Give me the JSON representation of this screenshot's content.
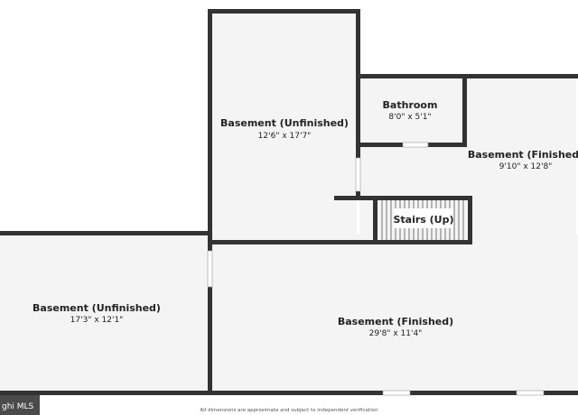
{
  "rooms": [
    {
      "id": "bathroom",
      "name": "Bathroom",
      "dims": "8'0\" x 5'1\""
    },
    {
      "id": "basement-unfinished-top",
      "name": "Basement (Unfinished)",
      "dims": "12'6\" x 17'7\""
    },
    {
      "id": "basement-finished-right",
      "name": "Basement (Finished)",
      "dims": "9'10\" x 12'8\""
    },
    {
      "id": "stairs",
      "name": "Stairs (Up)",
      "dims": ""
    },
    {
      "id": "basement-unfinished-left",
      "name": "Basement (Unfinished)",
      "dims": "17'3\" x 12'1\""
    },
    {
      "id": "basement-finished-bottom",
      "name": "Basement (Finished)",
      "dims": "29'8\" x 11'4\""
    }
  ],
  "footer": {
    "disclaimer": "All dimensions are approximate and subject to independent verification"
  },
  "watermark": {
    "text": "ghi MLS"
  },
  "colors": {
    "wall": "#333333",
    "floor": "#f4f4f4",
    "background": "#ffffff"
  }
}
